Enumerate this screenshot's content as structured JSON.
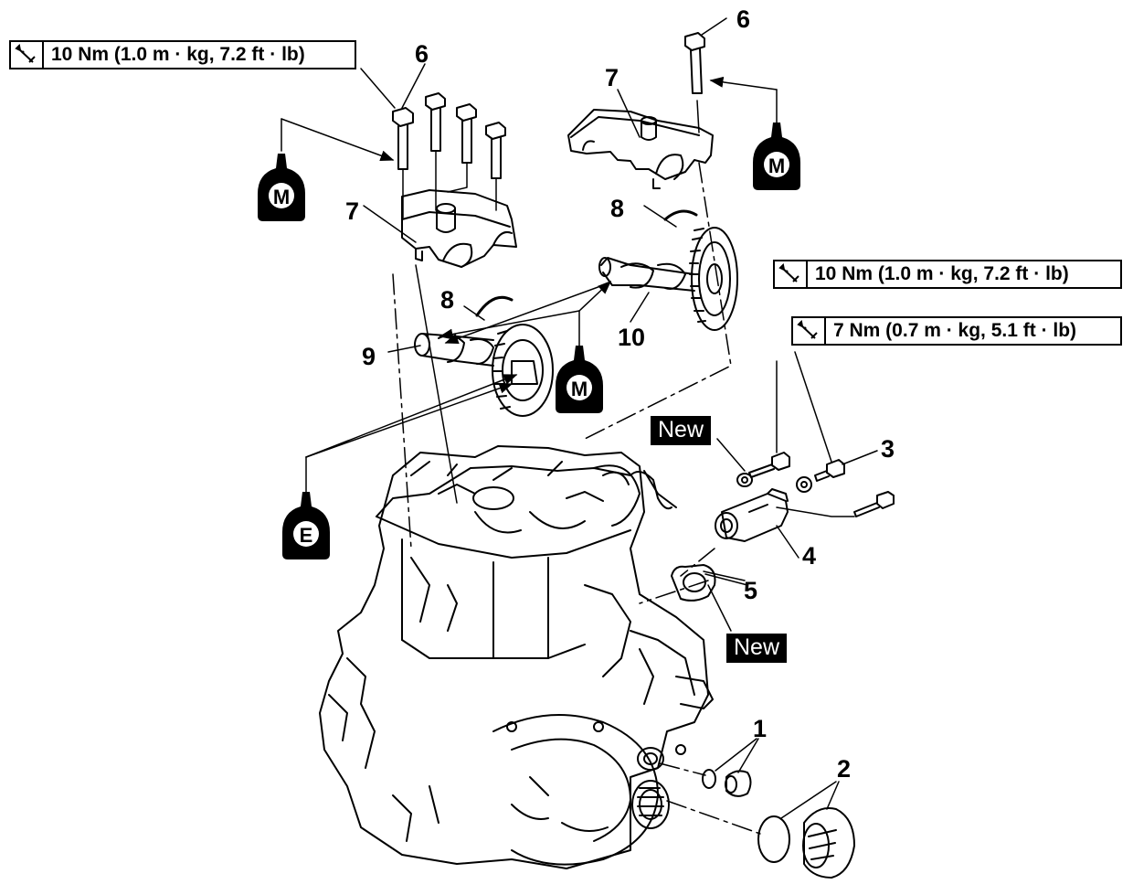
{
  "torque_specs": [
    {
      "id": "left",
      "text": "10 Nm (1.0 m · kg, 7.2 ft · lb)"
    },
    {
      "id": "right-upper",
      "text": "10 Nm (1.0 m · kg, 7.2 ft · lb)"
    },
    {
      "id": "right-lower",
      "text": "7 Nm (0.7 m · kg, 5.1 ft · lb)"
    }
  ],
  "callouts": {
    "n1": "1",
    "n2": "2",
    "n3": "3",
    "n4": "4",
    "n5": "5",
    "n6a": "6",
    "n6b": "6",
    "n7a": "7",
    "n7b": "7",
    "n8a": "8",
    "n8b": "8",
    "n9": "9",
    "n10": "10"
  },
  "new_labels": {
    "upper": "New",
    "lower": "New"
  },
  "lubricant_markers": {
    "m1": "M",
    "m2": "M",
    "m3": "M",
    "e1": "E"
  },
  "icons": {
    "torque": "torque-wrench-icon",
    "lubricant": "oil-bottle-icon"
  }
}
